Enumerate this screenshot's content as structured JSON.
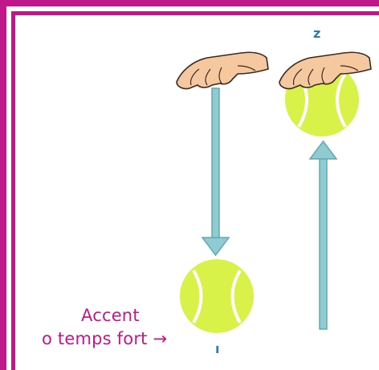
{
  "labels": {
    "accent": "Accent",
    "temps_fort": "o temps fort",
    "arrow_glyph": "→",
    "beat_one": "ı",
    "beat_two": "z"
  },
  "colors": {
    "frame": "#c0188a",
    "arrow_fill": "#8fcbd0",
    "arrow_stroke": "#5faab2",
    "ball": "#d9f24a",
    "ball_seam": "#ffffff",
    "hand": "#f5c8a0",
    "hand_outline": "#3a2a20",
    "beat_number": "#2b7fb0",
    "text": "#c0188a"
  },
  "icons": {
    "hand_left": "hand-icon",
    "hand_right": "hand-icon",
    "ball_top": "tennis-ball-icon",
    "ball_bottom": "tennis-ball-icon",
    "arrow_down": "arrow-down-icon",
    "arrow_up": "arrow-up-icon"
  }
}
